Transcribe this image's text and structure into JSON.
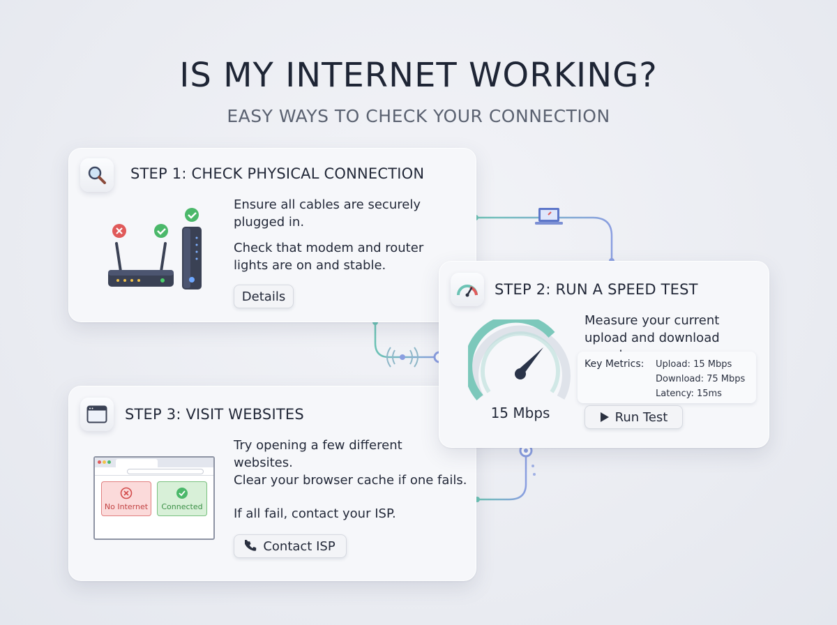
{
  "header": {
    "title": "IS MY INTERNET WORKING?",
    "subtitle": "EASY WAYS TO CHECK YOUR CONNECTION"
  },
  "step1": {
    "title": "STEP 1: CHECK PHYSICAL CONNECTION",
    "icon": "magnifier-icon",
    "text1": "Ensure all cables are securely plugged in.",
    "text2": "Check that modem and router lights are on and stable.",
    "button": "Details"
  },
  "step2": {
    "title": "STEP 2: RUN A SPEED TEST",
    "icon": "speedometer-icon",
    "text": "Measure your current upload and download speeds.",
    "speed_label": "15 Mbps",
    "metrics_label": "Key Metrics:",
    "metrics": [
      "Upload: 15 Mbps",
      "Download: 75 Mbps",
      "Latency: 15ms"
    ],
    "button": "Run Test"
  },
  "step3": {
    "title": "STEP 3: VISIT WEBSITES",
    "icon": "browser-window-icon",
    "text1": "Try opening a few different websites.",
    "text2": "Clear your browser cache if one fails.",
    "text3": "If all fail, contact your ISP.",
    "status_fail": "No Internet",
    "status_ok": "Connected",
    "button": "Contact ISP"
  },
  "colors": {
    "accent_teal": "#6cc3b5",
    "accent_blue": "#8a9ee0",
    "error_red": "#e05a5a",
    "success_green": "#4bb86a"
  }
}
